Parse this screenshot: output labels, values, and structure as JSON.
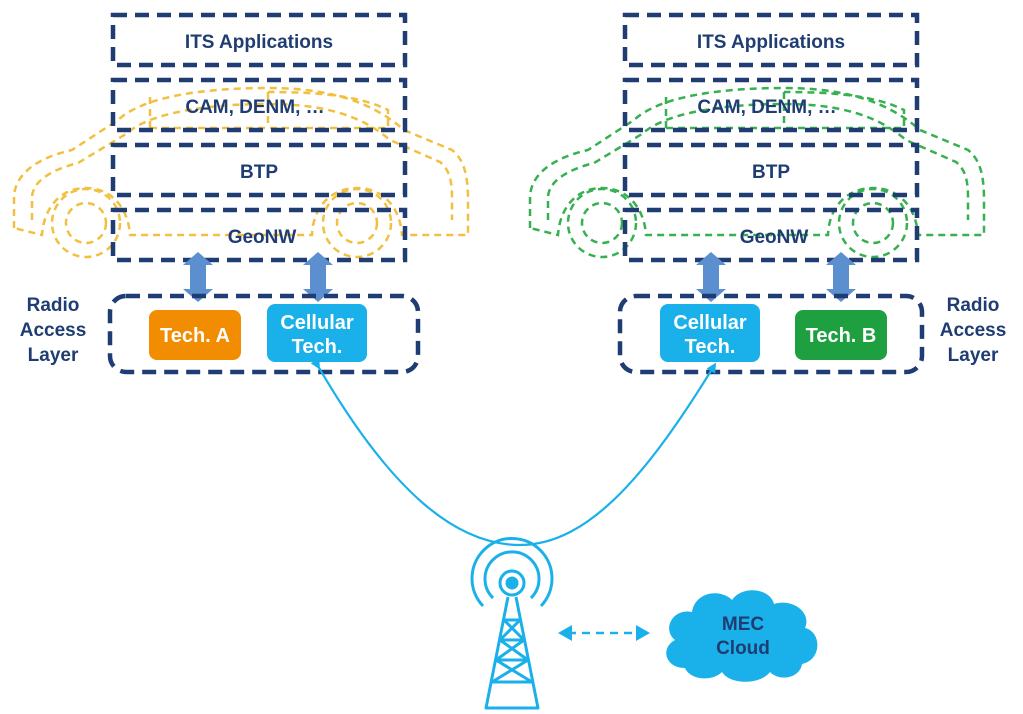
{
  "stacks": [
    {
      "layers": {
        "apps": "ITS Applications",
        "cam": "CAM, DENM, …",
        "btp": "BTP",
        "geonw": "GeoNW"
      },
      "radio_label": [
        "Radio",
        "Access",
        "Layer"
      ],
      "tech_left": {
        "lines": [
          "Tech. A"
        ],
        "color": "#f28c00"
      },
      "tech_right": {
        "lines": [
          "Cellular",
          "Tech."
        ],
        "color": "#1ab0ea"
      },
      "car_color": "#f2c040"
    },
    {
      "layers": {
        "apps": "ITS Applications",
        "cam": "CAM, DENM, …",
        "btp": "BTP",
        "geonw": "GeoNW"
      },
      "radio_label": [
        "Radio",
        "Access",
        "Layer"
      ],
      "tech_left": {
        "lines": [
          "Cellular",
          "Tech."
        ],
        "color": "#1ab0ea"
      },
      "tech_right": {
        "lines": [
          "Tech. B"
        ],
        "color": "#1fa040"
      },
      "car_color": "#36b050"
    }
  ],
  "cloud": {
    "lines": [
      "MEC",
      "Cloud"
    ],
    "color": "#1ab0ea"
  },
  "colors": {
    "frame": "#1f3d73",
    "arrow": "#5b8fcf",
    "link": "#1ab0ea"
  }
}
